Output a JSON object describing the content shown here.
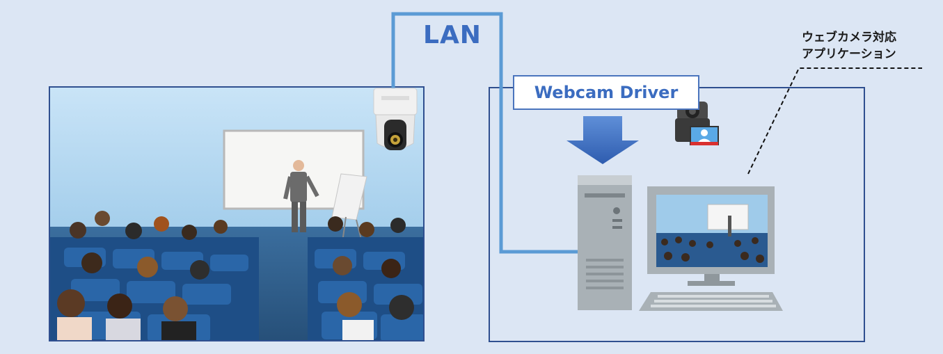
{
  "network": {
    "label": "LAN"
  },
  "driver": {
    "label": "Webcam Driver"
  },
  "app": {
    "label_line1": "ウェブカメラ対応",
    "label_line2": "アプリケーション"
  },
  "colors": {
    "background": "#dce6f4",
    "cable": "#5b9bd5",
    "accent_text": "#3b6cc0",
    "panel_border": "#2f4f8f",
    "arrow": "#3f6fc6"
  },
  "icons": [
    "ptz-camera-icon",
    "webcam-device-icon",
    "video-call-icon",
    "down-arrow-icon",
    "desktop-tower-icon",
    "monitor-icon",
    "keyboard-icon"
  ]
}
